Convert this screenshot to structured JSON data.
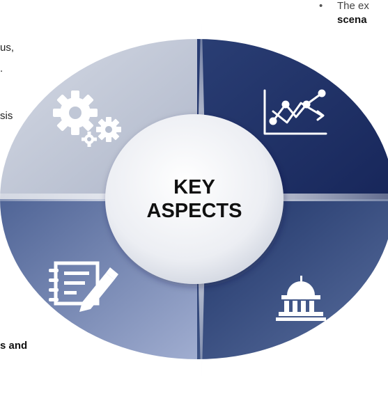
{
  "center": {
    "line1": "KEY",
    "line2": "ASPECTS"
  },
  "quadrants": {
    "top_left": {
      "icon": "gears-icon",
      "color": "#c3c9d7"
    },
    "top_right": {
      "icon": "line-chart-icon",
      "color": "#1f3264"
    },
    "bottom_left": {
      "icon": "document-pen-icon",
      "color": "#6f80a8"
    },
    "bottom_right": {
      "icon": "government-building-icon",
      "color": "#2e447a"
    }
  },
  "text_fragments": {
    "left_1": "us,",
    "left_2": ".",
    "left_3": "sis",
    "left_bottom": "s and",
    "right_bullet": "•",
    "right_1": "The ex",
    "right_2": "scena"
  }
}
